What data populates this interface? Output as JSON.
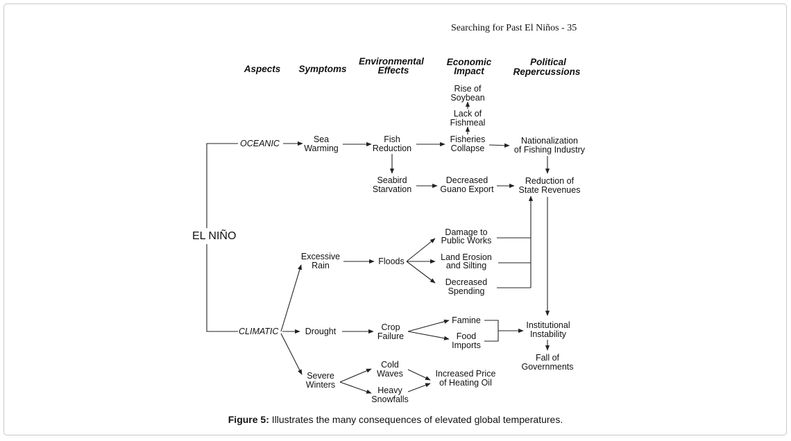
{
  "running_head": "Searching for Past El Niños",
  "page_number": "35",
  "headers": {
    "aspects": "Aspects",
    "symptoms": "Symptoms",
    "environmental": [
      "Environmental",
      "Effects"
    ],
    "economic": [
      "Economic",
      "Impact"
    ],
    "political": [
      "Political",
      "Repercussions"
    ]
  },
  "nodes": {
    "el_nino": "EL NIÑO",
    "oceanic": "OCEANIC",
    "climatic": "CLIMATIC",
    "sea_warming": [
      "Sea",
      "Warming"
    ],
    "fish_reduction": [
      "Fish",
      "Reduction"
    ],
    "fisheries_collapse": [
      "Fisheries",
      "Collapse"
    ],
    "lack_fishmeal": [
      "Lack of",
      "Fishmeal"
    ],
    "rise_soybean": [
      "Rise of",
      "Soybean"
    ],
    "nationalization": [
      "Nationalization",
      "of Fishing Industry"
    ],
    "seabird": [
      "Seabird",
      "Starvation"
    ],
    "guano": [
      "Decreased",
      "Guano Export"
    ],
    "state_revenues": [
      "Reduction of",
      "State Revenues"
    ],
    "excessive_rain": [
      "Excessive",
      "Rain"
    ],
    "floods": "Floods",
    "damage_public": [
      "Damage to",
      "Public Works"
    ],
    "land_erosion": [
      "Land Erosion",
      "and Silting"
    ],
    "decreased_spending": [
      "Decreased",
      "Spending"
    ],
    "drought": "Drought",
    "crop_failure": [
      "Crop",
      "Failure"
    ],
    "famine": "Famine",
    "food_imports": [
      "Food",
      "Imports"
    ],
    "institutional": [
      "Institutional",
      "Instability"
    ],
    "fall_governments": [
      "Fall of",
      "Governments"
    ],
    "severe_winters": [
      "Severe",
      "Winters"
    ],
    "cold_waves": [
      "Cold",
      "Waves"
    ],
    "heavy_snowfalls": [
      "Heavy",
      "Snowfalls"
    ],
    "heating_oil": [
      "Increased Price",
      "of Heating Oil"
    ]
  },
  "caption": {
    "label": "Figure 5:",
    "text": " Illustrates the many consequences of elevated global temperatures."
  }
}
